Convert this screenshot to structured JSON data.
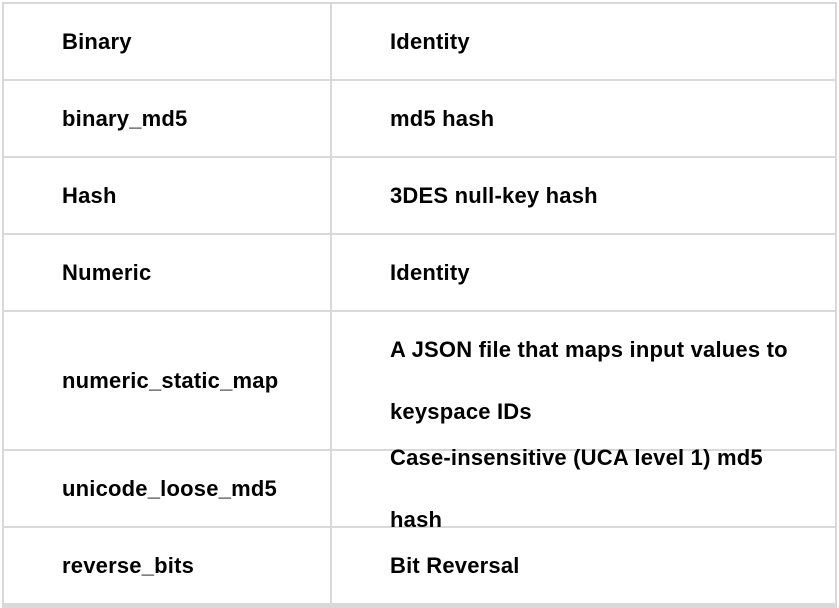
{
  "page": {
    "background_color": "#ffffff",
    "text_color": "#000000",
    "border_color": "#d9d9d9"
  },
  "table": {
    "name": "vindex-types-table",
    "columns": [
      "type",
      "description"
    ],
    "rows": [
      {
        "type": "Binary",
        "description": "Identity"
      },
      {
        "type": "binary_md5",
        "description": "md5 hash"
      },
      {
        "type": "Hash",
        "description": "3DES null-key hash"
      },
      {
        "type": "Numeric",
        "description": "Identity"
      },
      {
        "type": "numeric_static_map",
        "description": "A JSON file that maps input values to keyspace IDs"
      },
      {
        "type": "unicode_loose_md5",
        "description": "Case-insensitive (UCA level 1) md5 hash"
      },
      {
        "type": "reverse_bits",
        "description": "Bit Reversal"
      }
    ]
  }
}
